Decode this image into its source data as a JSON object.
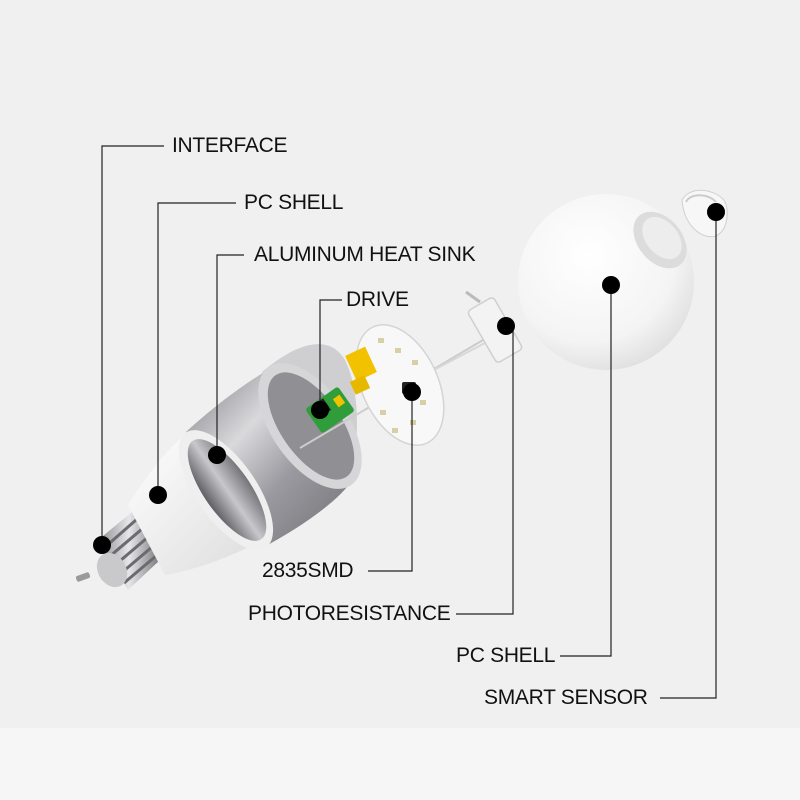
{
  "diagram": {
    "labels": {
      "interface": "INTERFACE",
      "pc_shell_top": "PC SHELL",
      "aluminum_heat_sink": "ALUMINUM HEAT SINK",
      "drive": "DRIVE",
      "smd": "2835SMD",
      "photoresistance": "PHOTORESISTANCE",
      "pc_shell_bottom": "PC SHELL",
      "smart_sensor": "SMART SENSOR"
    },
    "colors": {
      "background": "#f0f0f0",
      "leader_line": "#222222",
      "marker_dot": "#000000",
      "aluminum": "#a9a9ad",
      "pc_white": "#fafafa",
      "led_chip": "#f2c200",
      "driver_board": "#2f9e3a"
    }
  }
}
